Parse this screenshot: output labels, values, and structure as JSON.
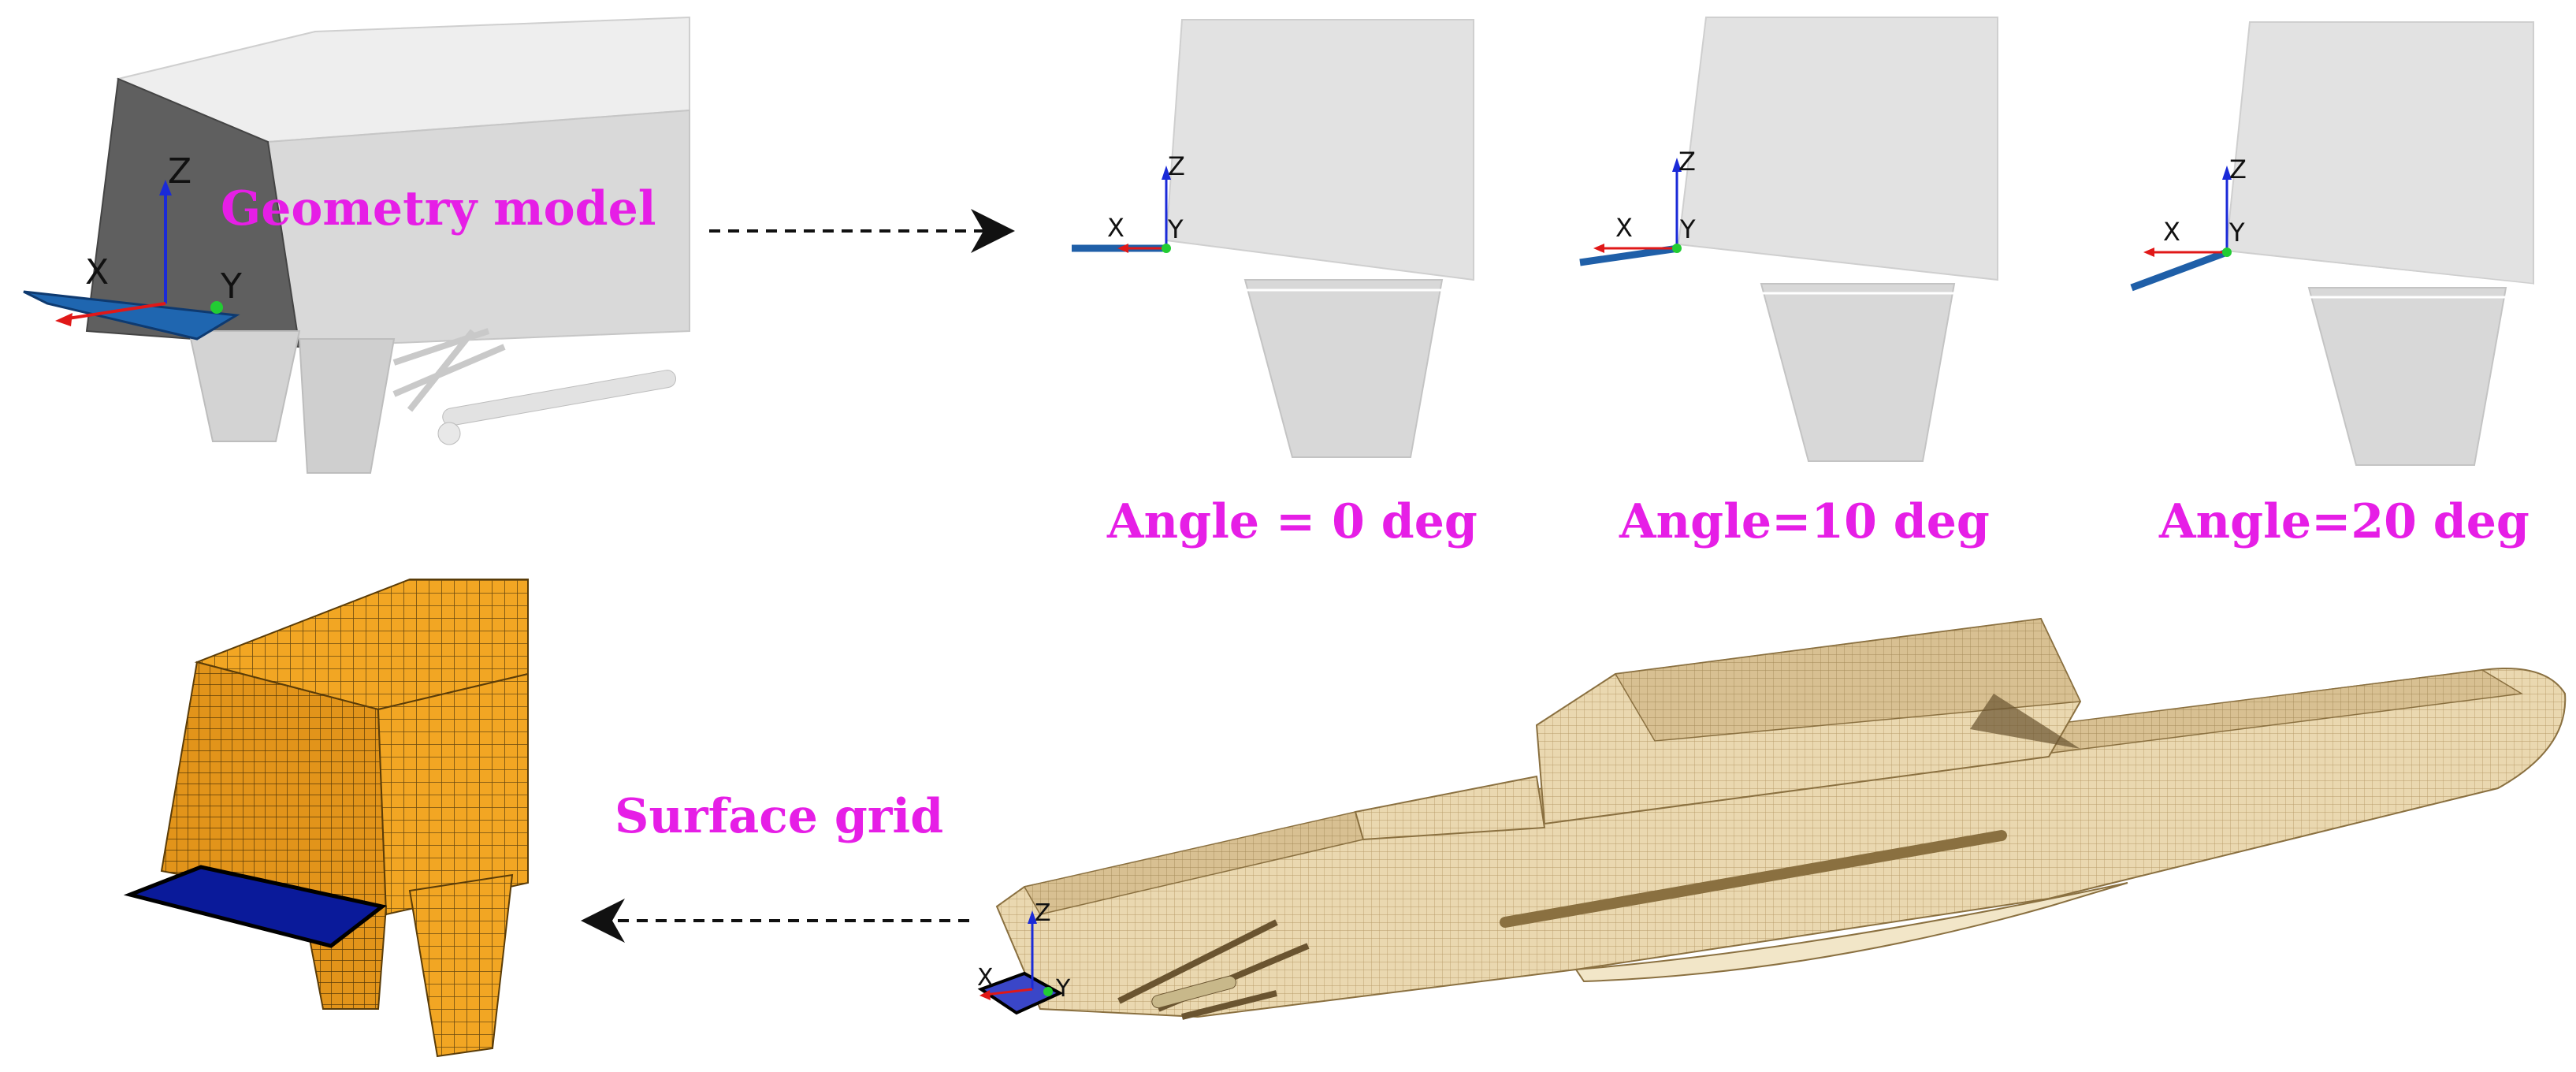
{
  "captions": {
    "geometry_model": "Geometry model",
    "surface_grid": "Surface grid",
    "angle_0": "Angle = 0 deg",
    "angle_10": "Angle=10 deg",
    "angle_20": "Angle=20 deg"
  },
  "axes": {
    "x": "X",
    "y": "Y",
    "z": "Z"
  },
  "colors": {
    "caption": "#e61ee6",
    "fin_blue": "#1f5fa8",
    "hull_gray": "#dcdcdc",
    "mesh_orange": "#f0a020",
    "mesh_tan": "#e6d2a8",
    "plane_navy": "#0a1a9a"
  },
  "rotation_angles_deg": [
    0,
    10,
    20
  ]
}
